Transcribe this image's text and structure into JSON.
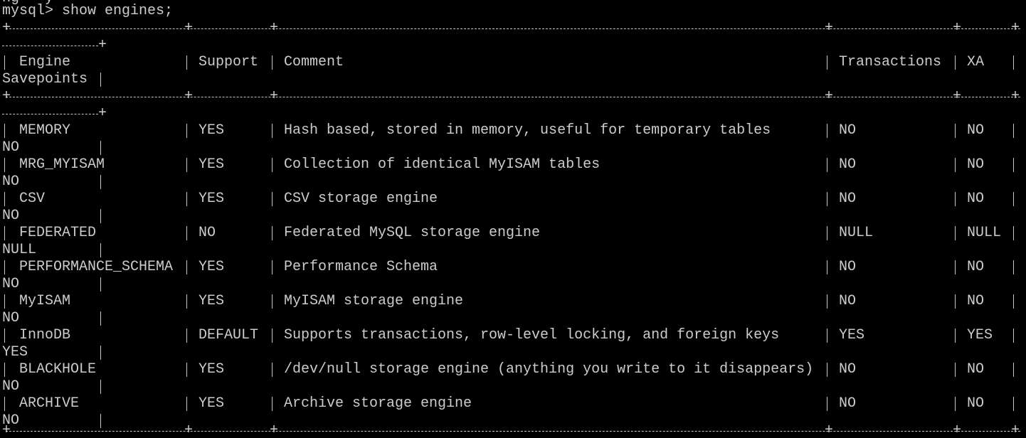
{
  "terminal": {
    "prompt": "mysql>",
    "command": "show engines;",
    "top_fragment": "ng   y"
  },
  "table": {
    "columns": [
      "Engine",
      "Support",
      "Comment",
      "Transactions",
      "XA",
      "Savepoints"
    ],
    "rows": [
      {
        "engine": "MEMORY",
        "support": "YES",
        "comment": "Hash based, stored in memory, useful for temporary tables",
        "transactions": "NO",
        "xa": "NO",
        "savepoints": "NO"
      },
      {
        "engine": "MRG_MYISAM",
        "support": "YES",
        "comment": "Collection of identical MyISAM tables",
        "transactions": "NO",
        "xa": "NO",
        "savepoints": "NO"
      },
      {
        "engine": "CSV",
        "support": "YES",
        "comment": "CSV storage engine",
        "transactions": "NO",
        "xa": "NO",
        "savepoints": "NO"
      },
      {
        "engine": "FEDERATED",
        "support": "NO",
        "comment": "Federated MySQL storage engine",
        "transactions": "NULL",
        "xa": "NULL",
        "savepoints": "NULL"
      },
      {
        "engine": "PERFORMANCE_SCHEMA",
        "support": "YES",
        "comment": "Performance Schema",
        "transactions": "NO",
        "xa": "NO",
        "savepoints": "NO"
      },
      {
        "engine": "MyISAM",
        "support": "YES",
        "comment": "MyISAM storage engine",
        "transactions": "NO",
        "xa": "NO",
        "savepoints": "NO"
      },
      {
        "engine": "InnoDB",
        "support": "DEFAULT",
        "comment": "Supports transactions, row-level locking, and foreign keys",
        "transactions": "YES",
        "xa": "YES",
        "savepoints": "YES"
      },
      {
        "engine": "BLACKHOLE",
        "support": "YES",
        "comment": "/dev/null storage engine (anything you write to it disappears)",
        "transactions": "NO",
        "xa": "NO",
        "savepoints": "NO"
      },
      {
        "engine": "ARCHIVE",
        "support": "YES",
        "comment": "Archive storage engine",
        "transactions": "NO",
        "xa": "NO",
        "savepoints": "NO"
      }
    ]
  },
  "colors": {
    "background": "#000000",
    "text": "#cccccc"
  }
}
